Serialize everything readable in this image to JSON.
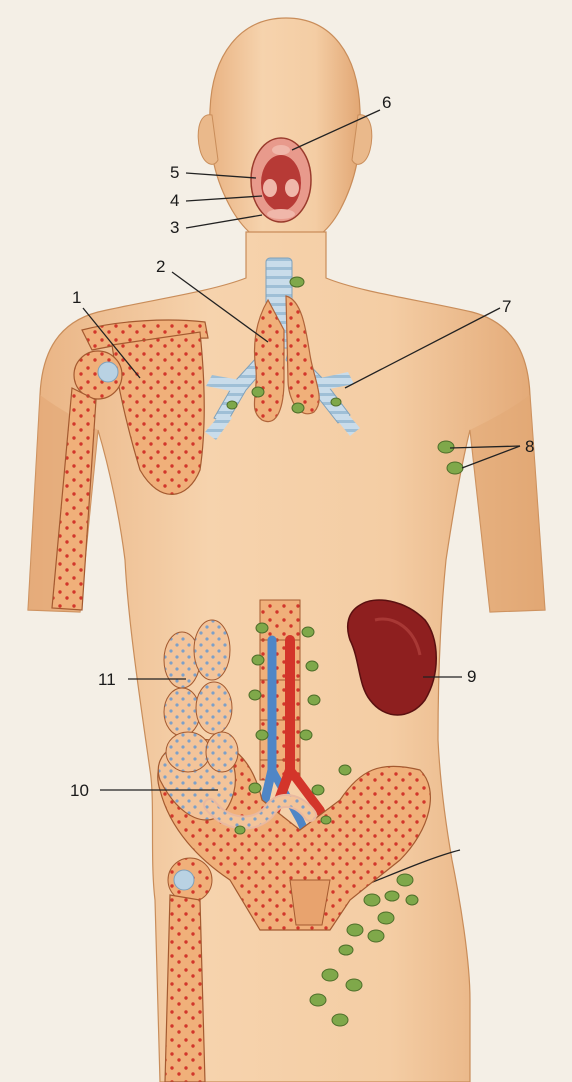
{
  "diagram": {
    "labels": [
      {
        "id": "1",
        "text": "1"
      },
      {
        "id": "2",
        "text": "2"
      },
      {
        "id": "3",
        "text": "3"
      },
      {
        "id": "4",
        "text": "4"
      },
      {
        "id": "5",
        "text": "5"
      },
      {
        "id": "6",
        "text": "6"
      },
      {
        "id": "7",
        "text": "7"
      },
      {
        "id": "8",
        "text": "8"
      },
      {
        "id": "9",
        "text": "9"
      },
      {
        "id": "10",
        "text": "10"
      },
      {
        "id": "11",
        "text": "11"
      }
    ],
    "colors": {
      "background": "#f4efe6",
      "skin": "#f2c69b",
      "skin_shadow": "#d9a06e",
      "bone": "#f0b07a",
      "red_dots": "#d2362b",
      "lymph": "#7fa84a",
      "spleen": "#8e1f1f",
      "artery": "#d3352a",
      "vein": "#4f86c6",
      "airway": "#b9d2e3",
      "marrow_blue": "#a9c3dc"
    }
  }
}
